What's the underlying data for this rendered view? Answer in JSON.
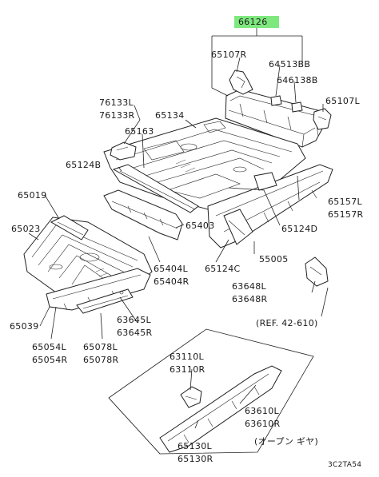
{
  "highlight_color": "#7ee87e",
  "labels": {
    "p66126": "66126",
    "p65107R": "65107R",
    "p64513BB": "64513BB",
    "p64613BB": "646138B",
    "p65107L": "65107L",
    "p76133L": "76133L",
    "p76133R": "76133R",
    "p65134": "65134",
    "p65163": "65163",
    "p65124B": "65124B",
    "p65019": "65019",
    "p65023": "65023",
    "p65157L": "65157L",
    "p65157R": "65157R",
    "p65124D": "65124D",
    "p65403": "65403",
    "p65404L": "65404L",
    "p65404R": "65404R",
    "p65124C": "65124C",
    "p55005": "55005",
    "p63648L": "63648L",
    "p63648R": "63648R",
    "p63645L": "63645L",
    "p63645R": "63645R",
    "p65039": "65039",
    "p65054L": "65054L",
    "p65054R": "65054R",
    "p65078L": "65078L",
    "p65078R": "65078R",
    "ref": "(REF. 42-610)",
    "p63110L": "63110L",
    "p63110R": "63110R",
    "p63610L": "63610L",
    "p63610R": "63610R",
    "p65130L": "65130L",
    "p65130R": "65130R",
    "open_gear": "(オープン ギヤ)",
    "code": "3C2TA54"
  }
}
